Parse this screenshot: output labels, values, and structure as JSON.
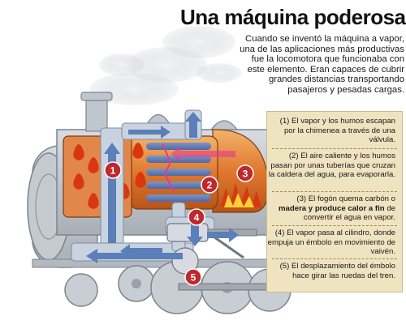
{
  "title": "Una máquina poderosa",
  "intro": "Cuando se inventó la máquina a vapor, una de las aplicaciones más productivas fue la locomotora que funcionaba con este elemento. Eran capaces de cubrir grandes distancias transportando pasajeros y pesadas cargas.",
  "steps": [
    {
      "number": "1",
      "text": "(1) El  vapor y los humos escapan por la chimenea a través de una válvula."
    },
    {
      "number": "2",
      "text": "(2) El aire caliente y los humos pasan por unas tuberías que cruzan la caldera del agua, para evaporarla."
    },
    {
      "number": "3",
      "text_before": "(3) El fogón quema carbón o ",
      "text_bold": "madera y produce calor a fin",
      "text_after": " de convertir el agua en vapor."
    },
    {
      "number": "4",
      "text": "(4) El vapor pasa al cilindro, donde empuja un émbolo en movimiento de vaivén."
    },
    {
      "number": "5",
      "text": "(5) El desplazamiento del émbolo hace girar las ruedas del tren."
    }
  ],
  "colors": {
    "marker_red": "#c1272d",
    "steam_arrow": "#5b7fb8",
    "pipe": "#c9d3e0",
    "fire": "#e0531d",
    "boiler_orange": "#e88a3c",
    "panel_bg": "#efe3c0",
    "locomotive_gray": "#b9bec5"
  }
}
